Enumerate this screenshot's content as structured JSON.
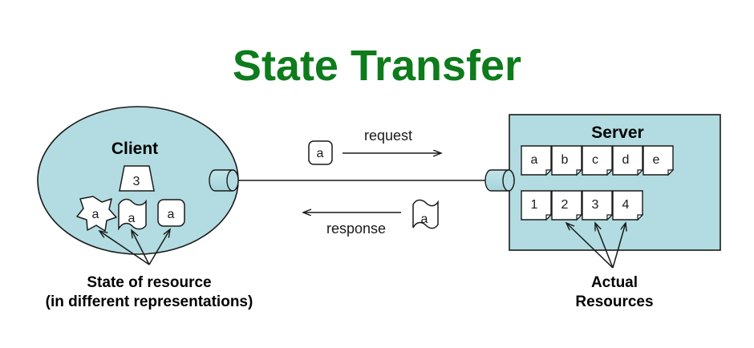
{
  "title": {
    "text": "State Transfer",
    "color": "#0e7b1c"
  },
  "palette": {
    "fill_teal": "#b2dce1",
    "stroke": "#1a1a1a",
    "shape_fill": "#ffffff",
    "text": "#000000",
    "title_green": "#0e7b1c"
  },
  "client": {
    "label": "Client",
    "trapezoid": {
      "value": "3"
    },
    "representations": [
      {
        "shape": "star",
        "value": "a"
      },
      {
        "shape": "wave",
        "value": "a"
      },
      {
        "shape": "rounded-rect",
        "value": "a"
      }
    ],
    "caption": {
      "line1": "State of resource",
      "line2": "(in different representations)"
    }
  },
  "server": {
    "label": "Server",
    "documents_row1": [
      "a",
      "b",
      "c",
      "d",
      "e"
    ],
    "documents_row2": [
      "1",
      "2",
      "3",
      "4"
    ],
    "caption": {
      "line1": "Actual",
      "line2": "Resources"
    }
  },
  "messages": {
    "request": {
      "label": "request",
      "payload": "a",
      "payload_shape": "rounded-rect",
      "direction": "right"
    },
    "response": {
      "label": "response",
      "payload": "a",
      "payload_shape": "wave",
      "direction": "left"
    }
  }
}
